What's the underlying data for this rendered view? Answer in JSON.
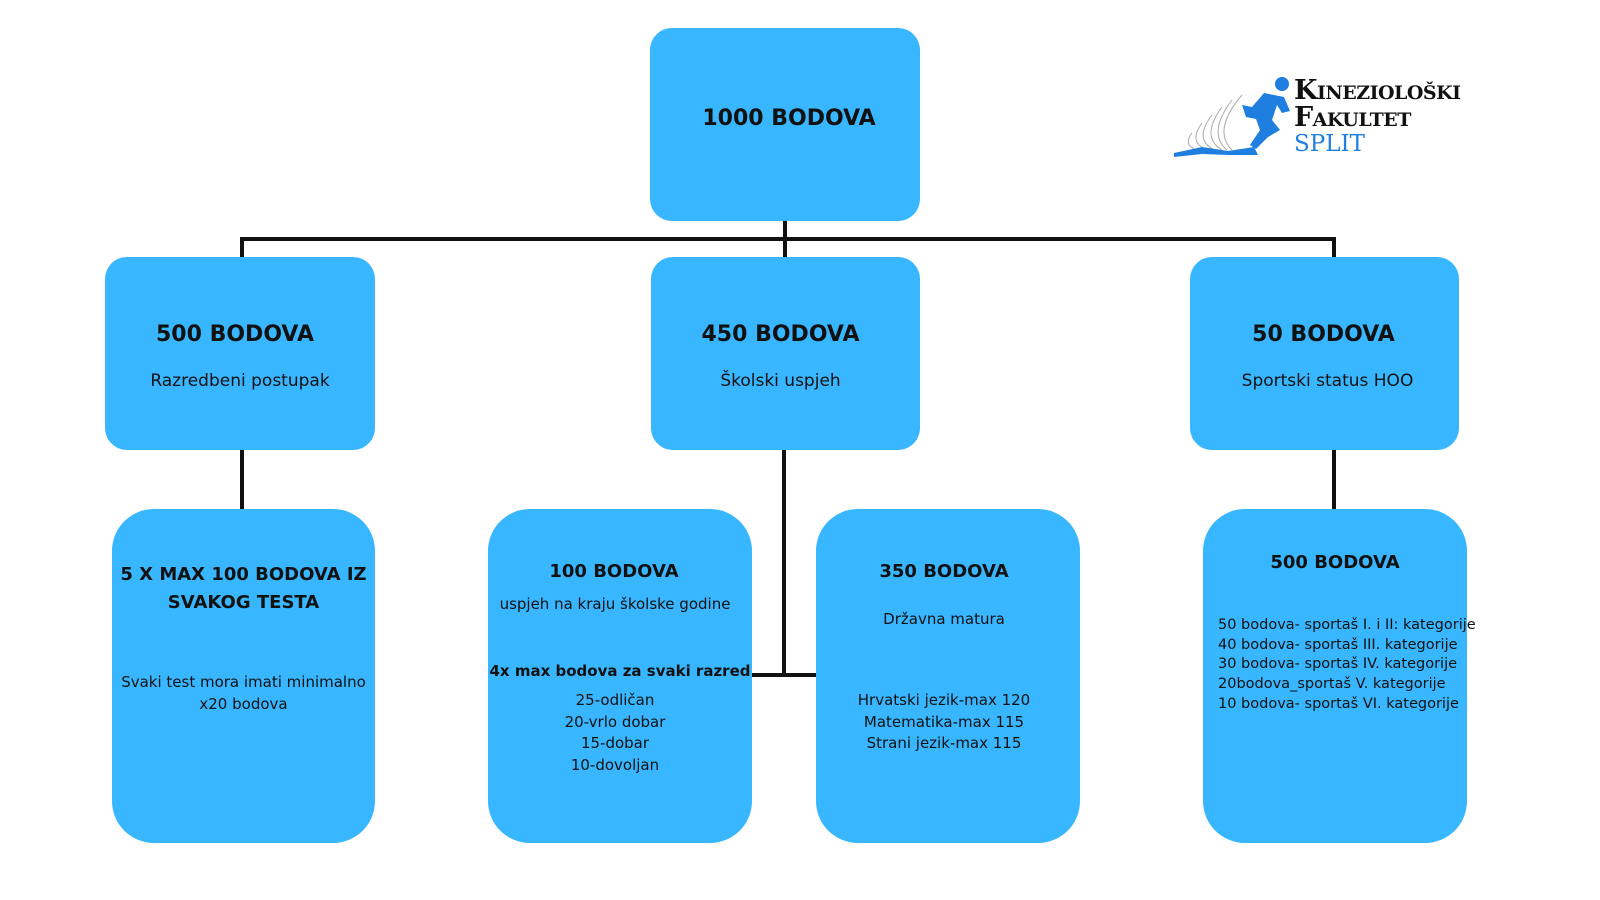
{
  "root": {
    "title": "1000 BODOVA"
  },
  "level2": [
    {
      "title": "500 BODOVA",
      "subtitle": "Razredbeni postupak"
    },
    {
      "title": "450 BODOVA",
      "subtitle": "Školski uspjeh"
    },
    {
      "title": "50 BODOVA",
      "subtitle": "Sportski status HOO"
    }
  ],
  "level3": [
    {
      "title_line1": "5 X MAX 100 BODOVA IZ",
      "title_line2": "SVAKOG TESTA",
      "text_line1": "Svaki test mora imati minimalno",
      "text_line2": "x20 bodova"
    },
    {
      "title": "100 BODOVA",
      "subtitle": "uspjeh na kraju školske godine",
      "bold_note": "4x max bodova za svaki razred",
      "items": [
        "25-odličan",
        "20-vrlo dobar",
        "15-dobar",
        "10-dovoljan"
      ]
    },
    {
      "title": "350 BODOVA",
      "subtitle": "Državna matura",
      "items": [
        "Hrvatski jezik-max 120",
        "Matematika-max 115",
        "Strani jezik-max 115"
      ]
    },
    {
      "title": "500 BODOVA",
      "items": [
        "50 bodova- sportaš I. i II: kategorije",
        "40 bodova- sportaš III. kategorije",
        "30 bodova- sportaš IV. kategorije",
        "20bodova_sportaš V. kategorije",
        "10 bodova- sportaš VI. kategorije"
      ]
    }
  ],
  "logo": {
    "line1": "Kineziološki",
    "line2": "Fakultet",
    "line3": "SPLIT"
  },
  "colors": {
    "box": "#38b6ff",
    "line": "#111111",
    "logo_blue": "#1e7fe0"
  }
}
